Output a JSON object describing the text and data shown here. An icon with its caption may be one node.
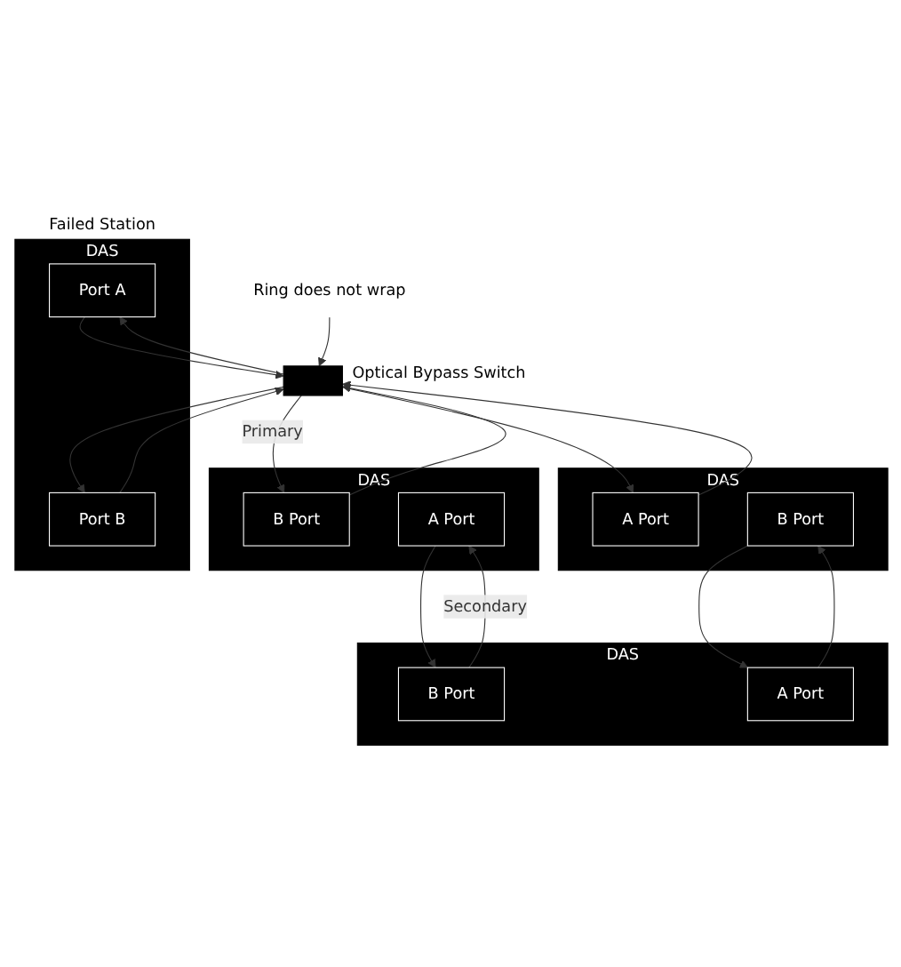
{
  "diagram": {
    "nodes": [
      {
        "text": [
          "DAS"
        ],
        "beside": [
          "Failed Station"
        ]
      },
      {
        "text": [
          "Port A"
        ],
        "in": 0
      },
      {
        "text": [
          "Port B"
        ],
        "in": 0
      },
      {
        "text": [
          "Ring does not wrap"
        ]
      },
      {
        "text": [],
        "shape": "box",
        "beside": [
          "Optical Bypass Switch"
        ]
      },
      {
        "text": [
          "DAS"
        ]
      },
      {
        "text": [
          "B Port"
        ],
        "in": 5
      },
      {
        "text": [
          "A Port"
        ],
        "in": 5
      },
      {
        "text": [
          "DAS"
        ]
      },
      {
        "text": [
          "A Port"
        ],
        "in": 8
      },
      {
        "text": [
          "B Port"
        ],
        "in": 8
      },
      {
        "text": [
          "DAS"
        ]
      },
      {
        "text": [
          "B Port"
        ],
        "in": 11
      },
      {
        "text": [
          "A Port"
        ],
        "in": 11
      }
    ],
    "edges": [
      {
        "from": 1,
        "to": 4,
        "arrow": "to"
      },
      {
        "from": 4,
        "to": 1,
        "arrow": "to"
      },
      {
        "from": 2,
        "to": 4,
        "arrow": "to"
      },
      {
        "from": 4,
        "to": 2,
        "arrow": "to"
      },
      {
        "from": 3,
        "to": 4,
        "arrow": "to"
      },
      {
        "from": 4,
        "to": 6,
        "arrow": "to",
        "label": "Primary"
      },
      {
        "from": 6,
        "to": 4,
        "arrow": "to"
      },
      {
        "from": 4,
        "to": 9,
        "arrow": "to"
      },
      {
        "from": 9,
        "to": 4,
        "arrow": "to"
      },
      {
        "from": 12,
        "to": 7,
        "arrow": "to",
        "label": "Secondary"
      },
      {
        "from": 7,
        "to": 12,
        "arrow": "to"
      },
      {
        "from": 10,
        "to": 13,
        "arrow": "to"
      },
      {
        "from": 13,
        "to": 10,
        "arrow": "to"
      }
    ]
  }
}
